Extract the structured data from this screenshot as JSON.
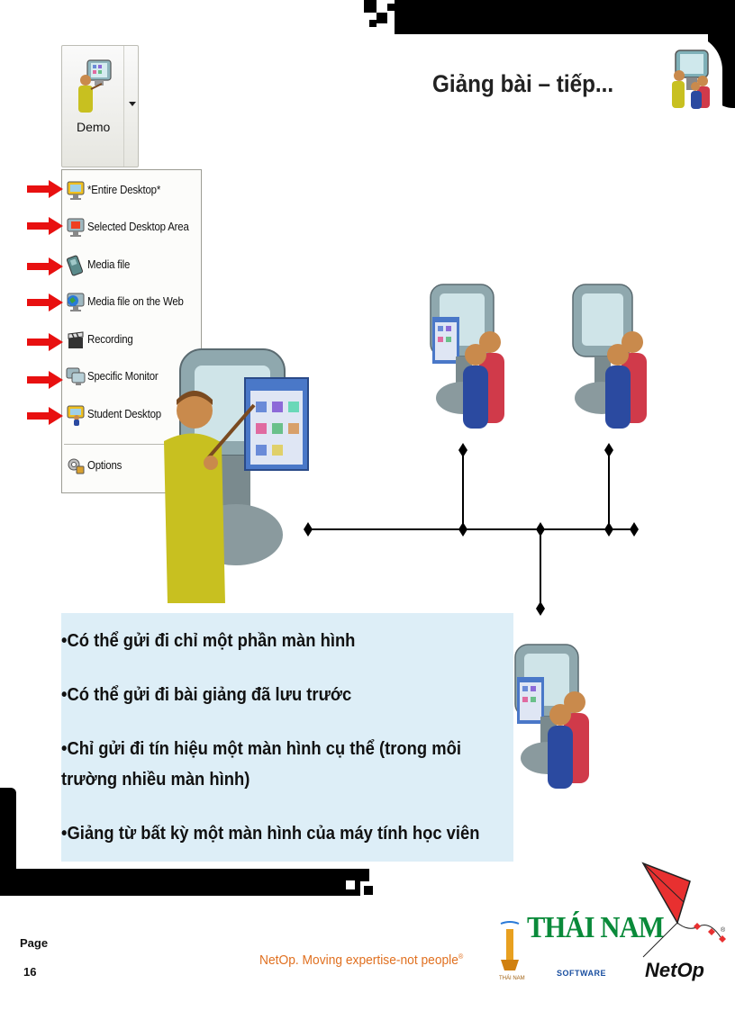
{
  "slide": {
    "title": "Giảng bài – tiếp..."
  },
  "demo_button": {
    "label": "Demo"
  },
  "demo_menu": {
    "items": [
      {
        "label": "*Entire Desktop*",
        "icon": "desktop-monitor-icon",
        "has_arrow": true
      },
      {
        "label": "Selected Desktop Area",
        "icon": "selected-area-icon",
        "has_arrow": true
      },
      {
        "label": "Media file",
        "icon": "media-file-icon",
        "has_arrow": true
      },
      {
        "label": "Media file on the Web",
        "icon": "web-globe-icon",
        "has_arrow": true
      },
      {
        "label": "Recording",
        "icon": "clapperboard-icon",
        "has_arrow": true
      },
      {
        "label": "Specific Monitor",
        "icon": "monitor-icon",
        "has_arrow": true
      },
      {
        "label": "Student Desktop",
        "icon": "student-desktop-icon",
        "has_arrow": true
      }
    ],
    "options_label": "Options"
  },
  "bullets": [
    "•Có thể gửi đi chỉ một phần màn hình",
    "•Có thể gửi đi bài giảng đã lưu trước",
    "•Chỉ gửi đi tín hiệu một màn hình cụ thể (trong môi trường nhiều màn hình)",
    "•Giảng từ bất kỳ một màn hình của máy tính học viên"
  ],
  "footer": {
    "page_label": "Page",
    "page_number": "16",
    "tagline": "NetOp. Moving expertise-not people",
    "tagline_mark": "®",
    "thai_nam_logo": "THÁI NAM",
    "thai_nam_sub": "SOFTWARE",
    "thai_nam_small": "THÁI NAM",
    "netop_logo": "NetOp",
    "netop_mark": "®"
  },
  "colors": {
    "bullet_background": "#ddeef7",
    "arrow_red": "#e81010",
    "tagline_orange": "#e07020",
    "thai_nam_green": "#0a8a3a",
    "network_line": "#000000"
  }
}
